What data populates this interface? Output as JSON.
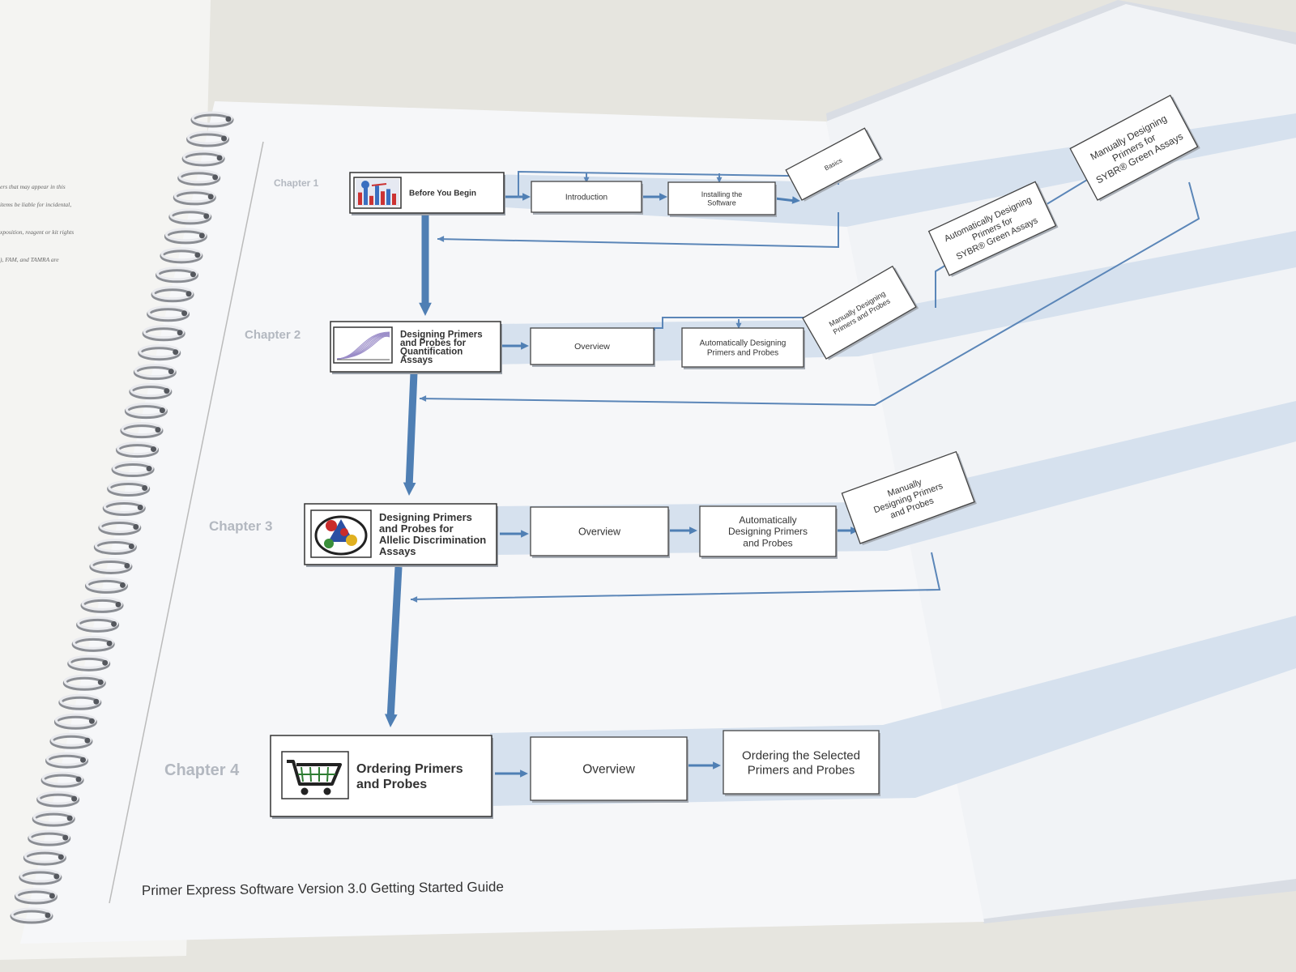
{
  "document": {
    "footer": "Primer Express Software Version 3.0 Getting Started Guide",
    "left_page_lines": [
      "ers that may appear in this",
      "items be liable for incidental,",
      "xposition, reagent or kit rights",
      "), FAM, and TAMRA are"
    ]
  },
  "chapters": [
    {
      "label": "Chapter 1",
      "main_lines": [
        "Before You Begin"
      ],
      "icon": "bar-chart-icon",
      "steps": [
        {
          "lines": [
            "Introduction"
          ]
        },
        {
          "lines": [
            "Installing the",
            "Software"
          ]
        },
        {
          "lines": [
            "Basics"
          ]
        }
      ]
    },
    {
      "label": "Chapter 2",
      "main_lines": [
        "Designing Primers",
        "and Probes for",
        "Quantification",
        "Assays"
      ],
      "icon": "amplification-curve-icon",
      "steps": [
        {
          "lines": [
            "Overview"
          ]
        },
        {
          "lines": [
            "Automatically Designing",
            "Primers and Probes"
          ]
        },
        {
          "lines": [
            "Manually Designing",
            "Primers and Probes"
          ]
        },
        {
          "lines": [
            "Automatically Designing",
            "Primers for",
            "SYBR® Green Assays"
          ]
        },
        {
          "lines": [
            "Manually Designing",
            "Primers for",
            "SYBR® Green Assays"
          ]
        }
      ]
    },
    {
      "label": "Chapter 3",
      "main_lines": [
        "Designing Primers",
        "and Probes for",
        "Allelic Discrimination",
        "Assays"
      ],
      "icon": "allelic-plot-icon",
      "steps": [
        {
          "lines": [
            "Overview"
          ]
        },
        {
          "lines": [
            "Automatically",
            "Designing Primers",
            "and Probes"
          ]
        },
        {
          "lines": [
            "Manually",
            "Designing Primers",
            "and Probes"
          ]
        }
      ]
    },
    {
      "label": "Chapter 4",
      "main_lines": [
        "Ordering Primers",
        "and Probes"
      ],
      "icon": "shopping-cart-icon",
      "steps": [
        {
          "lines": [
            "Overview"
          ]
        },
        {
          "lines": [
            "Ordering the Selected",
            "Primers and Probes"
          ]
        }
      ]
    }
  ]
}
